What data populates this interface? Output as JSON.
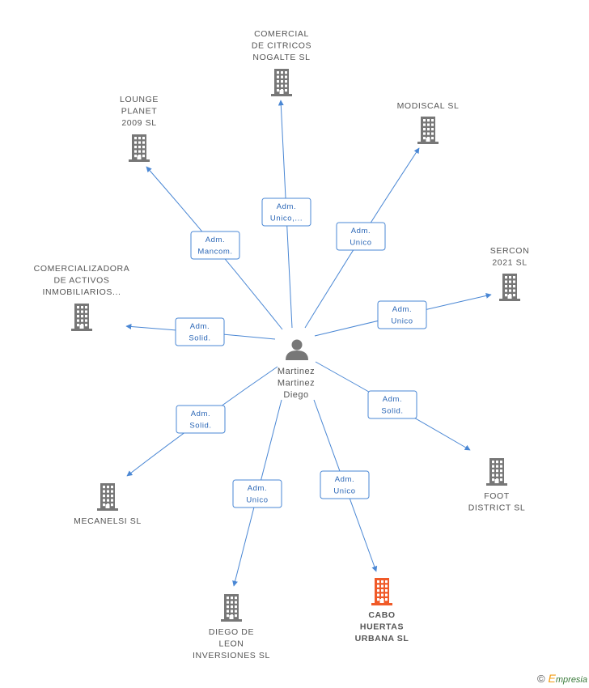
{
  "center": {
    "lines": [
      "Martinez",
      "Martinez",
      "Diego"
    ],
    "icon": "person-icon"
  },
  "companies": [
    {
      "key": "comercial-de-citricos",
      "lines": [
        "COMERCIAL",
        "DE CITRICOS",
        "NOGALTE SL"
      ],
      "highlight": false
    },
    {
      "key": "lounge-planet",
      "lines": [
        "LOUNGE",
        "PLANET",
        "2009 SL"
      ],
      "highlight": false
    },
    {
      "key": "modiscal",
      "lines": [
        "MODISCAL SL"
      ],
      "highlight": false
    },
    {
      "key": "comercializadora",
      "lines": [
        "COMERCIALIZADORA",
        "DE ACTIVOS",
        "INMOBILIARIOS..."
      ],
      "highlight": false
    },
    {
      "key": "sercon",
      "lines": [
        "SERCON",
        "2021 SL"
      ],
      "highlight": false
    },
    {
      "key": "foot-district",
      "lines": [
        "FOOT",
        "DISTRICT SL"
      ],
      "highlight": false
    },
    {
      "key": "mecanelsi",
      "lines": [
        "MECANELSI SL"
      ],
      "highlight": false
    },
    {
      "key": "diego-de-leon",
      "lines": [
        "DIEGO DE",
        "LEON",
        "INVERSIONES SL"
      ],
      "highlight": false
    },
    {
      "key": "cabo-huertas",
      "lines": [
        "CABO",
        "HUERTAS",
        "URBANA SL"
      ],
      "highlight": true
    }
  ],
  "edges": [
    {
      "to": "comercial-de-citricos",
      "lines": [
        "Adm.",
        "Unico,..."
      ]
    },
    {
      "to": "lounge-planet",
      "lines": [
        "Adm.",
        "Mancom."
      ]
    },
    {
      "to": "modiscal",
      "lines": [
        "Adm.",
        "Unico"
      ]
    },
    {
      "to": "comercializadora",
      "lines": [
        "Adm.",
        "Solid."
      ]
    },
    {
      "to": "sercon",
      "lines": [
        "Adm.",
        "Unico"
      ]
    },
    {
      "to": "foot-district",
      "lines": [
        "Adm.",
        "Solid."
      ]
    },
    {
      "to": "mecanelsi",
      "lines": [
        "Adm.",
        "Solid."
      ]
    },
    {
      "to": "diego-de-leon",
      "lines": [
        "Adm.",
        "Unico"
      ]
    },
    {
      "to": "cabo-huertas",
      "lines": [
        "Adm.",
        "Unico"
      ]
    }
  ],
  "colors": {
    "edge": "#4a87d4",
    "building": "#777777",
    "building_highlight": "#f05a28",
    "person": "#777777"
  },
  "footer": {
    "copyright": "©",
    "brand_first": "E",
    "brand_rest": "mpresia"
  }
}
